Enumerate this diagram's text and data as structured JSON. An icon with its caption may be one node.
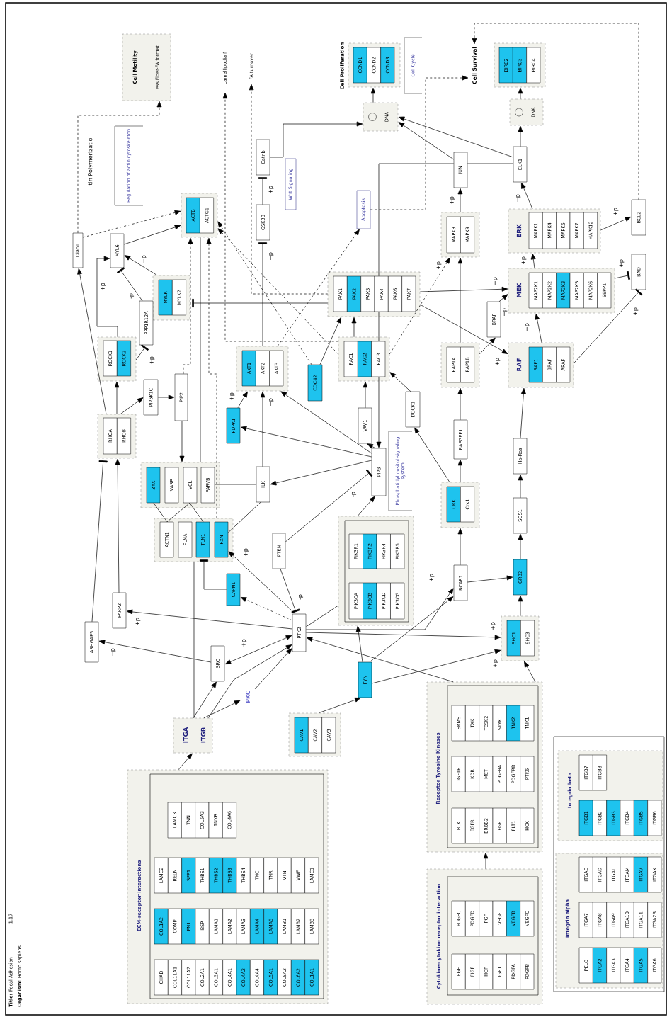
{
  "diagram": {
    "nodes": [
      {
        "text": [
          "Cell Motility",
          "ess Fiber-FA format"
        ]
      },
      {
        "text": [
          "Regulation of actin cytoskeleton"
        ]
      },
      {
        "text": [
          "Lamellipodia f"
        ]
      },
      {
        "text": [
          "FA turnover"
        ]
      },
      {
        "text": [
          "Wnt Signaling"
        ]
      },
      {
        "text": [
          "Cell Proliferation"
        ]
      },
      {
        "text": [
          "CCND1"
        ],
        "in": 5
      },
      {
        "text": [
          "CCND2"
        ],
        "in": 5
      },
      {
        "text": [
          "CCND3"
        ],
        "in": 5
      },
      {
        "text": [
          "Cell Cycle"
        ]
      },
      {
        "text": [
          "Cell Survival"
        ]
      },
      {
        "text": [],
        "shape": "box"
      },
      {
        "text": [
          "BIRC2"
        ],
        "in": 11
      },
      {
        "text": [
          "BIRC3"
        ],
        "in": 11
      },
      {
        "text": [
          "BIRC4"
        ],
        "in": 11
      },
      {
        "text": [
          "DNA"
        ]
      },
      {
        "text": [
          "DNA"
        ]
      },
      {
        "text": [
          "Diap1"
        ]
      },
      {
        "text": [
          "MYL6"
        ]
      },
      {
        "text": [],
        "shape": "box"
      },
      {
        "text": [
          "ACTB"
        ],
        "in": 19
      },
      {
        "text": [
          "ACTG1"
        ],
        "in": 19
      },
      {
        "text": [
          "Catnb"
        ]
      },
      {
        "text": [
          "GSK3B"
        ]
      },
      {
        "text": [
          "Apoptosis"
        ]
      },
      {
        "text": [
          "JUN"
        ]
      },
      {
        "text": [
          "ELK1"
        ]
      },
      {
        "text": [
          "BCL2"
        ]
      },
      {
        "text": [],
        "shape": "box"
      },
      {
        "text": [
          "MAPK8"
        ],
        "in": 28
      },
      {
        "text": [
          "MAPK9"
        ],
        "in": 28
      },
      {
        "text": [
          "ERK"
        ]
      },
      {
        "text": [
          "MAPK1"
        ],
        "in": 31
      },
      {
        "text": [
          "MAPK4"
        ],
        "in": 31
      },
      {
        "text": [
          "MAPK6"
        ],
        "in": 31
      },
      {
        "text": [
          "MAPK7"
        ],
        "in": 31
      },
      {
        "text": [
          "MAPK12"
        ],
        "in": 31
      },
      {
        "text": [],
        "shape": "box"
      },
      {
        "text": [
          "MYLK"
        ],
        "in": 37
      },
      {
        "text": [
          "MYLK2"
        ],
        "in": 37
      },
      {
        "text": [
          "PPP1R12A"
        ]
      },
      {
        "text": [],
        "shape": "box"
      },
      {
        "text": [
          "PAK1"
        ],
        "in": 41
      },
      {
        "text": [
          "PAK2"
        ],
        "in": 41
      },
      {
        "text": [
          "PAK3"
        ],
        "in": 41
      },
      {
        "text": [
          "PAK4"
        ],
        "in": 41
      },
      {
        "text": [
          "PAK6"
        ],
        "in": 41
      },
      {
        "text": [
          "PAK7"
        ],
        "in": 41
      },
      {
        "text": [
          "MEK"
        ]
      },
      {
        "text": [
          "MAP2K1"
        ],
        "in": 48
      },
      {
        "text": [
          "MAP2K2"
        ],
        "in": 48
      },
      {
        "text": [
          "MAP2K3"
        ],
        "in": 48
      },
      {
        "text": [
          "MAP2K5"
        ],
        "in": 48
      },
      {
        "text": [
          "MAP2K6"
        ],
        "in": 48
      },
      {
        "text": [
          "SEPP1"
        ],
        "in": 48
      },
      {
        "text": [
          "BAD"
        ]
      },
      {
        "text": [
          "BRAF"
        ]
      },
      {
        "text": [],
        "shape": "box"
      },
      {
        "text": [
          "ROCK1"
        ],
        "in": 57
      },
      {
        "text": [
          "ROCK2"
        ],
        "in": 57
      },
      {
        "text": [],
        "shape": "box"
      },
      {
        "text": [
          "AKT1"
        ],
        "in": 60
      },
      {
        "text": [
          "AKT2"
        ],
        "in": 60
      },
      {
        "text": [
          "AKT3"
        ],
        "in": 60
      },
      {
        "text": [],
        "shape": "box"
      },
      {
        "text": [
          "RAC1"
        ],
        "in": 64
      },
      {
        "text": [
          "RAC2"
        ],
        "in": 64
      },
      {
        "text": [
          "RAC3"
        ],
        "in": 64
      },
      {
        "text": [],
        "shape": "box"
      },
      {
        "text": [
          "RAP1A"
        ],
        "in": 68
      },
      {
        "text": [
          "RAP1B"
        ],
        "in": 68
      },
      {
        "text": [
          "RAF"
        ]
      },
      {
        "text": [
          "RAF1"
        ],
        "in": 71
      },
      {
        "text": [
          "BRAF"
        ],
        "in": 71
      },
      {
        "text": [
          "ARAF"
        ],
        "in": 71
      },
      {
        "text": [
          "CDC42"
        ]
      },
      {
        "text": [
          "PIP5K1C"
        ]
      },
      {
        "text": [
          "PIP2"
        ]
      },
      {
        "text": [
          "DOCK1"
        ]
      },
      {
        "text": [
          "PDPK1"
        ]
      },
      {
        "text": [
          "VAV1"
        ]
      },
      {
        "text": [],
        "shape": "box"
      },
      {
        "text": [
          "RHOA"
        ],
        "in": 81
      },
      {
        "text": [
          "RHOB"
        ],
        "in": 81
      },
      {
        "text": [
          "RAPGEF1"
        ]
      },
      {
        "text": [
          "PIP3"
        ]
      },
      {
        "text": [
          "Phosphatidylinositol signaling system"
        ]
      },
      {
        "text": [
          "Ha-Ras"
        ]
      },
      {
        "text": [],
        "shape": "box"
      },
      {
        "text": [
          "ZYX"
        ],
        "in": 88
      },
      {
        "text": [
          "VASP"
        ],
        "in": 88
      },
      {
        "text": [
          "VCL"
        ],
        "in": 88
      },
      {
        "text": [
          "PARVB"
        ],
        "in": 88
      },
      {
        "text": [
          "ILK"
        ]
      },
      {
        "text": [],
        "shape": "box"
      },
      {
        "text": [
          "CRK"
        ],
        "in": 94
      },
      {
        "text": [
          "Crk1"
        ],
        "in": 94
      },
      {
        "text": [
          "SOS1"
        ]
      },
      {
        "text": [],
        "shape": "box"
      },
      {
        "text": [
          "ACTN1"
        ],
        "in": 98
      },
      {
        "text": [
          "FLNA"
        ],
        "in": 98
      },
      {
        "text": [
          "TLN1"
        ],
        "in": 98
      },
      {
        "text": [
          "PXN"
        ],
        "in": 98
      },
      {
        "text": [],
        "shape": "box"
      },
      {
        "text": [
          "PIK3R1"
        ],
        "in": 103
      },
      {
        "text": [
          "PIK3R2"
        ],
        "in": 103
      },
      {
        "text": [
          "PIK3R4"
        ],
        "in": 103
      },
      {
        "text": [
          "PIK3R5"
        ],
        "in": 103
      },
      {
        "text": [
          "PIK3CA"
        ],
        "in": 103
      },
      {
        "text": [
          "PIK3CB"
        ],
        "in": 103
      },
      {
        "text": [
          "PIK3CD"
        ],
        "in": 103
      },
      {
        "text": [
          "PIK3CG"
        ],
        "in": 103
      },
      {
        "text": [
          "PTEN"
        ]
      },
      {
        "text": [
          "GRB2"
        ]
      },
      {
        "text": [
          "BCAR1"
        ]
      },
      {
        "text": [
          "CAPN1"
        ]
      },
      {
        "text": [
          "FARP2"
        ]
      },
      {
        "text": [
          "PTK2"
        ]
      },
      {
        "text": [],
        "shape": "box"
      },
      {
        "text": [
          "SHC1"
        ],
        "in": 118
      },
      {
        "text": [
          "SHC3"
        ],
        "in": 118
      },
      {
        "text": [
          "ARHGAP5"
        ]
      },
      {
        "text": [
          "SRC"
        ]
      },
      {
        "text": [
          "FYN"
        ]
      },
      {
        "text": [
          "PKC"
        ]
      },
      {
        "text": [
          "ITGA",
          "ITGB"
        ]
      },
      {
        "text": [],
        "shape": "box"
      },
      {
        "text": [
          "CAV1"
        ],
        "in": 126
      },
      {
        "text": [
          "CAV2"
        ],
        "in": 126
      },
      {
        "text": [
          "CAV3"
        ],
        "in": 126
      },
      {
        "text": [
          "ECM-receptor interactions"
        ]
      },
      {
        "text": [
          "CHAD"
        ],
        "in": 130
      },
      {
        "text": [
          "COL11A1"
        ],
        "in": 130
      },
      {
        "text": [
          "COL11A2"
        ],
        "in": 130
      },
      {
        "text": [
          "COL2A1"
        ],
        "in": 130
      },
      {
        "text": [
          "COL3A1"
        ],
        "in": 130
      },
      {
        "text": [
          "COL4A1"
        ],
        "in": 130
      },
      {
        "text": [
          "COL4A2"
        ],
        "in": 130
      },
      {
        "text": [
          "COL4A4"
        ],
        "in": 130
      },
      {
        "text": [
          "COL5A1"
        ],
        "in": 130
      },
      {
        "text": [
          "COL5A2"
        ],
        "in": 130
      },
      {
        "text": [
          "COL6A2"
        ],
        "in": 130
      },
      {
        "text": [
          "COL1A1"
        ],
        "in": 130
      },
      {
        "text": [
          "COL1A2"
        ],
        "in": 130
      },
      {
        "text": [
          "COMP"
        ],
        "in": 130
      },
      {
        "text": [
          "FN1"
        ],
        "in": 130
      },
      {
        "text": [
          "IBSP"
        ],
        "in": 130
      },
      {
        "text": [
          "LAMA1"
        ],
        "in": 130
      },
      {
        "text": [
          "LAMA2"
        ],
        "in": 130
      },
      {
        "text": [
          "LAMA3"
        ],
        "in": 130
      },
      {
        "text": [
          "LAMA4"
        ],
        "in": 130
      },
      {
        "text": [
          "LAMA5"
        ],
        "in": 130
      },
      {
        "text": [
          "LAMB1"
        ],
        "in": 130
      },
      {
        "text": [
          "LAMB2"
        ],
        "in": 130
      },
      {
        "text": [
          "LAMB3"
        ],
        "in": 130
      },
      {
        "text": [
          "LAMC2"
        ],
        "in": 130
      },
      {
        "text": [
          "RELN"
        ],
        "in": 130
      },
      {
        "text": [
          "SPP1"
        ],
        "in": 130
      },
      {
        "text": [
          "THBS1"
        ],
        "in": 130
      },
      {
        "text": [
          "THBS2"
        ],
        "in": 130
      },
      {
        "text": [
          "THBS3"
        ],
        "in": 130
      },
      {
        "text": [
          "THBS4"
        ],
        "in": 130
      },
      {
        "text": [
          "TNC"
        ],
        "in": 130
      },
      {
        "text": [
          "TNR"
        ],
        "in": 130
      },
      {
        "text": [
          "VTN"
        ],
        "in": 130
      },
      {
        "text": [
          "VWF"
        ],
        "in": 130
      },
      {
        "text": [
          "LAMC1"
        ],
        "in": 130
      },
      {
        "text": [
          "LAMC3"
        ],
        "in": 130
      },
      {
        "text": [
          "TNN"
        ],
        "in": 130
      },
      {
        "text": [
          "COL5A3"
        ],
        "in": 130
      },
      {
        "text": [
          "TNXB"
        ],
        "in": 130
      },
      {
        "text": [
          "COL4A6"
        ],
        "in": 130
      },
      {
        "text": [
          "Receptor Tyrosine Kinases"
        ]
      },
      {
        "text": [
          "SRMS"
        ],
        "in": 172
      },
      {
        "text": [
          "TXK"
        ],
        "in": 172
      },
      {
        "text": [
          "TESK2"
        ],
        "in": 172
      },
      {
        "text": [
          "STYK1"
        ],
        "in": 172
      },
      {
        "text": [
          "TNK2"
        ],
        "in": 172
      },
      {
        "text": [
          "TNK1"
        ],
        "in": 172
      },
      {
        "text": [
          "IGF1R"
        ],
        "in": 172
      },
      {
        "text": [
          "KDR"
        ],
        "in": 172
      },
      {
        "text": [
          "MET"
        ],
        "in": 172
      },
      {
        "text": [
          "PDGFRA"
        ],
        "in": 172
      },
      {
        "text": [
          "PDGFRB"
        ],
        "in": 172
      },
      {
        "text": [
          "PTK6"
        ],
        "in": 172
      },
      {
        "text": [
          "BLK"
        ],
        "in": 172
      },
      {
        "text": [
          "EGFR"
        ],
        "in": 172
      },
      {
        "text": [
          "ERBB2"
        ],
        "in": 172
      },
      {
        "text": [
          "FGR"
        ],
        "in": 172
      },
      {
        "text": [
          "FLT1"
        ],
        "in": 172
      },
      {
        "text": [
          "HCK"
        ],
        "in": 172
      },
      {
        "text": [
          "Cytokine-cytokine receptor interaction"
        ]
      },
      {
        "text": [
          "PDGFC"
        ],
        "in": 191
      },
      {
        "text": [
          "PDGFD"
        ],
        "in": 191
      },
      {
        "text": [
          "PGF"
        ],
        "in": 191
      },
      {
        "text": [
          "VEGF"
        ],
        "in": 191
      },
      {
        "text": [
          "VEGFB"
        ],
        "in": 191
      },
      {
        "text": [
          "VEGFC"
        ],
        "in": 191
      },
      {
        "text": [
          "EGF"
        ],
        "in": 191
      },
      {
        "text": [
          "FIGF"
        ],
        "in": 191
      },
      {
        "text": [
          "HGF"
        ],
        "in": 191
      },
      {
        "text": [
          "IGF1"
        ],
        "in": 191
      },
      {
        "text": [
          "PDGFA"
        ],
        "in": 191
      },
      {
        "text": [
          "PDGFB"
        ],
        "in": 191
      },
      {
        "text": [],
        "shape": "box"
      },
      {
        "text": [
          "Integrin beta"
        ],
        "in": 204
      },
      {
        "text": [
          "ITGB7"
        ],
        "in": 205
      },
      {
        "text": [
          "ITGB8"
        ],
        "in": 205
      },
      {
        "text": [
          "ITGB1"
        ],
        "in": 205
      },
      {
        "text": [
          "ITGB2"
        ],
        "in": 205
      },
      {
        "text": [
          "ITGB3"
        ],
        "in": 205
      },
      {
        "text": [
          "ITGB4"
        ],
        "in": 205
      },
      {
        "text": [
          "ITGB5"
        ],
        "in": 205
      },
      {
        "text": [
          "ITGB6"
        ],
        "in": 205
      },
      {
        "text": [
          "Integrin alpha"
        ],
        "in": 204
      },
      {
        "text": [
          "ITGAE"
        ],
        "in": 214
      },
      {
        "text": [
          "ITGAD"
        ],
        "in": 214
      },
      {
        "text": [
          "ITGAL"
        ],
        "in": 214
      },
      {
        "text": [
          "ITGAM"
        ],
        "in": 214
      },
      {
        "text": [
          "ITGAV"
        ],
        "in": 214
      },
      {
        "text": [
          "ITGAX"
        ],
        "in": 214
      },
      {
        "text": [
          "ITGA7"
        ],
        "in": 214
      },
      {
        "text": [
          "ITGA8"
        ],
        "in": 214
      },
      {
        "text": [
          "ITGA9"
        ],
        "in": 214
      },
      {
        "text": [
          "ITGA10"
        ],
        "in": 214
      },
      {
        "text": [
          "ITGA11"
        ],
        "in": 214
      },
      {
        "text": [
          "ITGA2B"
        ],
        "in": 214
      },
      {
        "text": [
          "PELO"
        ],
        "in": 214
      },
      {
        "text": [
          "ITGA2"
        ],
        "in": 214
      },
      {
        "text": [
          "ITGA3"
        ],
        "in": 214
      },
      {
        "text": [
          "ITGA4"
        ],
        "in": 214
      },
      {
        "text": [
          "ITGA5"
        ],
        "in": 214
      },
      {
        "text": [
          "ITGA6"
        ],
        "in": 214
      }
    ],
    "edges": [
      {
        "from": 130,
        "to": 125,
        "arrow": "to"
      },
      {
        "from": 125,
        "to": 122,
        "arrow": "to"
      },
      {
        "from": 125,
        "to": 124,
        "arrow": "to"
      },
      {
        "from": 125,
        "to": 117,
        "arrow": "to"
      },
      {
        "from": 125,
        "to": 98,
        "arrow": "none"
      },
      {
        "from": 124,
        "to": 117,
        "arrow": "to"
      },
      {
        "from": 122,
        "to": 117,
        "arrow": "both",
        "label": "+p"
      },
      {
        "from": 122,
        "to": 121,
        "arrow": "to",
        "label": "+p"
      },
      {
        "from": 117,
        "to": 116,
        "arrow": "to",
        "label": "+p"
      },
      {
        "from": 121,
        "to": 81,
        "arrow": "other"
      },
      {
        "from": 116,
        "to": 81,
        "arrow": "to"
      },
      {
        "from": 81,
        "to": 57,
        "arrow": "to"
      },
      {
        "from": 81,
        "to": 76,
        "arrow": "to"
      },
      {
        "from": 81,
        "to": 17,
        "arrow": "to"
      },
      {
        "from": 57,
        "to": 18,
        "arrow": "to",
        "label": "+p"
      },
      {
        "from": 57,
        "to": 40,
        "arrow": "other",
        "label": "+p"
      },
      {
        "from": 40,
        "to": 18,
        "arrow": "other",
        "label": "-p"
      },
      {
        "from": 37,
        "to": 18,
        "arrow": "to",
        "label": "+p"
      },
      {
        "from": 18,
        "to": 19,
        "arrow": "to"
      },
      {
        "from": 17,
        "to": 19,
        "arrow": "to",
        "style": "dashed"
      },
      {
        "from": 17,
        "to": 0,
        "arrow": "to",
        "style": "dashed",
        "label": "tin Polymerizatio"
      },
      {
        "from": 76,
        "to": 77,
        "arrow": "to"
      },
      {
        "from": 77,
        "to": 88,
        "arrow": "to"
      },
      {
        "from": 77,
        "to": 19,
        "arrow": "to",
        "style": "dashed"
      },
      {
        "from": 98,
        "to": 19,
        "arrow": "to",
        "style": "dashed"
      },
      {
        "from": 88,
        "to": 19,
        "arrow": "none"
      },
      {
        "from": 89,
        "to": 99,
        "arrow": "none"
      },
      {
        "from": 91,
        "to": 99,
        "arrow": "none"
      },
      {
        "from": 91,
        "to": 101,
        "arrow": "none"
      },
      {
        "from": 93,
        "to": 92,
        "arrow": "none"
      },
      {
        "from": 93,
        "to": 60,
        "arrow": "to",
        "label": "+p"
      },
      {
        "from": 102,
        "to": 93,
        "arrow": "none"
      },
      {
        "from": 117,
        "to": 102,
        "arrow": "to",
        "label": "+p"
      },
      {
        "from": 117,
        "to": 115,
        "arrow": "to",
        "style": "dashed"
      },
      {
        "from": 115,
        "to": 101,
        "arrow": "other"
      },
      {
        "from": 112,
        "to": 117,
        "arrow": "other",
        "label": "-p"
      },
      {
        "from": 112,
        "to": 85,
        "arrow": "other",
        "label": "-p"
      },
      {
        "from": 85,
        "to": 93,
        "arrow": "to"
      },
      {
        "from": 85,
        "to": 79,
        "arrow": "to"
      },
      {
        "from": 79,
        "to": 60,
        "arrow": "to",
        "label": "+p"
      },
      {
        "from": 85,
        "to": 60,
        "arrow": "to"
      },
      {
        "from": 85,
        "to": 80,
        "arrow": "to"
      },
      {
        "from": 80,
        "to": 64,
        "arrow": "to"
      },
      {
        "from": 78,
        "to": 64,
        "arrow": "to"
      },
      {
        "from": 94,
        "to": 78,
        "arrow": "to"
      },
      {
        "from": 25,
        "to": 45,
        "arrow": "none"
      },
      {
        "from": 45,
        "to": 67,
        "arrow": "none"
      },
      {
        "from": 67,
        "to": 85,
        "arrow": "to"
      },
      {
        "from": 25,
        "to": 26,
        "arrow": "none"
      },
      {
        "from": 103,
        "to": 85,
        "arrow": "to"
      },
      {
        "from": 103,
        "to": 117,
        "arrow": "none"
      },
      {
        "from": 117,
        "to": 114,
        "arrow": "to",
        "label": "+p"
      },
      {
        "from": 123,
        "to": 114,
        "arrow": "to"
      },
      {
        "from": 114,
        "to": 94,
        "arrow": "to"
      },
      {
        "from": 94,
        "to": 84,
        "arrow": "to"
      },
      {
        "from": 84,
        "to": 68,
        "arrow": "to"
      },
      {
        "from": 68,
        "to": 56,
        "arrow": "to"
      },
      {
        "from": 68,
        "to": 28,
        "arrow": "to"
      },
      {
        "from": 28,
        "to": 25,
        "arrow": "to",
        "label": "+p"
      },
      {
        "from": 25,
        "to": 15,
        "arrow": "to"
      },
      {
        "from": 26,
        "to": 15,
        "arrow": "to"
      },
      {
        "from": 15,
        "to": 5,
        "arrow": "to"
      },
      {
        "from": 26,
        "to": 16,
        "arrow": "to"
      },
      {
        "from": 16,
        "to": 11,
        "arrow": "to"
      },
      {
        "from": 31,
        "to": 26,
        "arrow": "to",
        "label": "+p"
      },
      {
        "from": 31,
        "to": 27,
        "arrow": "to",
        "label": "+p"
      },
      {
        "from": 48,
        "to": 31,
        "arrow": "to",
        "label": "+p"
      },
      {
        "from": 71,
        "to": 48,
        "arrow": "to",
        "label": "+p"
      },
      {
        "from": 56,
        "to": 48,
        "arrow": "to",
        "label": "+p"
      },
      {
        "from": 41,
        "to": 48,
        "arrow": "to",
        "label": "+p"
      },
      {
        "from": 41,
        "to": 71,
        "arrow": "to",
        "label": "+p"
      },
      {
        "from": 71,
        "to": 55,
        "arrow": "other",
        "label": "+p"
      },
      {
        "from": 48,
        "to": 55,
        "arrow": "other",
        "label": "+p"
      },
      {
        "from": 27,
        "to": 10,
        "arrow": "to",
        "style": "dashed"
      },
      {
        "from": 24,
        "to": 10,
        "arrow": "to",
        "style": "dashed"
      },
      {
        "from": 60,
        "to": 24,
        "arrow": "to",
        "style": "dashed"
      },
      {
        "from": 64,
        "to": 28,
        "arrow": "to",
        "style": "dashed",
        "label": "+p"
      },
      {
        "from": 64,
        "to": 19,
        "arrow": "to",
        "style": "dashed"
      },
      {
        "from": 75,
        "to": 19,
        "arrow": "to",
        "style": "dashed"
      },
      {
        "from": 64,
        "to": 2,
        "arrow": "to",
        "style": "dashed"
      },
      {
        "from": 41,
        "to": 3,
        "arrow": "to",
        "style": "dashed"
      },
      {
        "from": 75,
        "to": 41,
        "arrow": "to"
      },
      {
        "from": 64,
        "to": 41,
        "arrow": "to"
      },
      {
        "from": 41,
        "to": 37,
        "arrow": "other"
      },
      {
        "from": 60,
        "to": 23,
        "arrow": "other",
        "label": "+p"
      },
      {
        "from": 23,
        "to": 22,
        "arrow": "other",
        "label": "+p"
      },
      {
        "from": 22,
        "to": 15,
        "arrow": "to"
      },
      {
        "from": 113,
        "to": 97,
        "arrow": "to"
      },
      {
        "from": 97,
        "to": 87,
        "arrow": "to"
      },
      {
        "from": 87,
        "to": 71,
        "arrow": "to"
      },
      {
        "from": 118,
        "to": 113,
        "arrow": "to"
      },
      {
        "from": 123,
        "to": 118,
        "arrow": "to",
        "label": "+p"
      },
      {
        "from": 117,
        "to": 118,
        "arrow": "to",
        "label": "+p"
      },
      {
        "from": 114,
        "to": 113,
        "arrow": "to"
      },
      {
        "from": 126,
        "to": 123,
        "arrow": "to"
      },
      {
        "from": 123,
        "to": 103,
        "arrow": "to"
      },
      {
        "from": 172,
        "to": 118,
        "arrow": "to"
      },
      {
        "from": 172,
        "to": 117,
        "arrow": "to"
      },
      {
        "from": 191,
        "to": 172,
        "arrow": "to"
      }
    ],
    "labels": [
      "**Title:** Focal Adhesion",
      "1.17",
      "**Organism:** Homo sapiens"
    ]
  }
}
